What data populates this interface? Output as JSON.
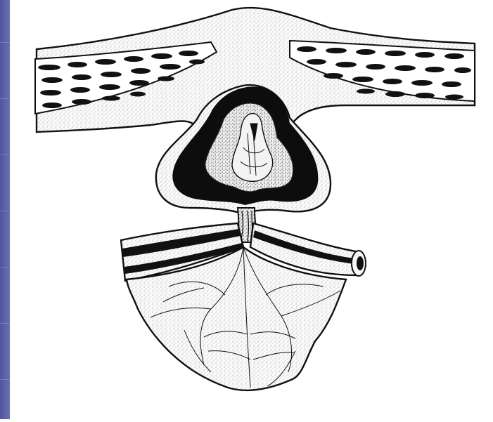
{
  "slide": {
    "accent_color": "#5a60a8",
    "background_color": "#ffffff"
  },
  "figure": {
    "ink_color": "#111111",
    "paper_color": "#ffffff",
    "parts": [
      "upper-layer",
      "upper-layer-left-muscle-band",
      "upper-layer-right-muscle-band",
      "pouch",
      "pouch-dark-lining",
      "pouch-core",
      "stalk",
      "lower-vessel-left",
      "lower-vessel-right",
      "lower-base"
    ]
  }
}
